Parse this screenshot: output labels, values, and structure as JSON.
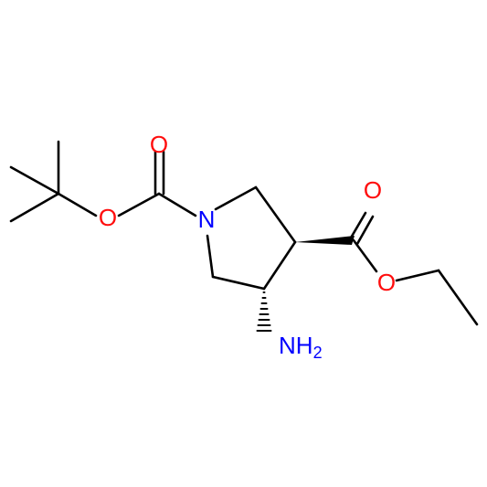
{
  "molecule": {
    "atoms": [
      {
        "id": "o_carbonyl_boc",
        "symbol": "O",
        "color": "#ff0d0d"
      },
      {
        "id": "o_ester_boc",
        "symbol": "O",
        "color": "#ff0d0d"
      },
      {
        "id": "n_ring",
        "symbol": "N",
        "color": "#0000ff"
      },
      {
        "id": "o_carbonyl_ethyl",
        "symbol": "O",
        "color": "#ff0d0d"
      },
      {
        "id": "o_ester_ethyl",
        "symbol": "O",
        "color": "#ff0d0d"
      },
      {
        "id": "n_amino",
        "symbol": "NH",
        "subscript": "2",
        "color": "#0000ff"
      }
    ]
  }
}
